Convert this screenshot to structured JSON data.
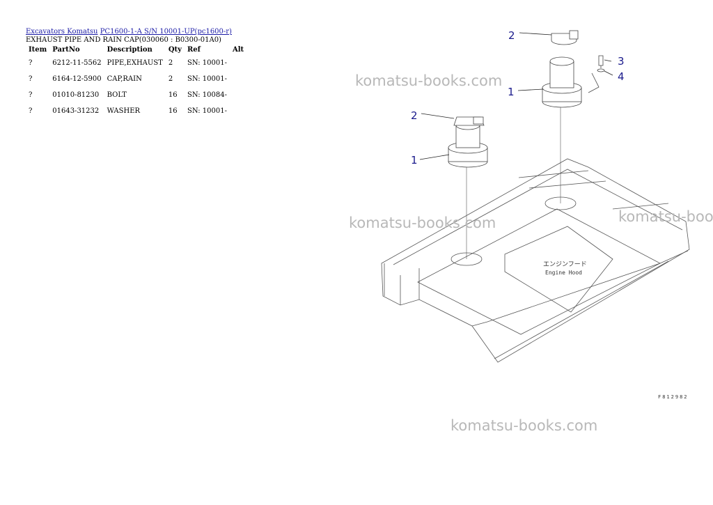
{
  "breadcrumb": {
    "link1": "Excavators Komatsu",
    "link2": "PC1600-1-A S/N 10001-UP(pc1600-r)"
  },
  "page_title": "EXHAUST PIPE AND RAIN CAP(030060 : B0300-01A0)",
  "table": {
    "headers": [
      "Item",
      "PartNo",
      "Description",
      "Qty",
      "Ref",
      "Alt"
    ],
    "rows": [
      {
        "item": "?",
        "part_no": "6212-11-5562",
        "description": "PIPE,EXHAUST",
        "qty": "2",
        "ref": "SN: 10001-",
        "alt": ""
      },
      {
        "item": "?",
        "part_no": "6164-12-5900",
        "description": "CAP,RAIN",
        "qty": "2",
        "ref": "SN: 10001-",
        "alt": ""
      },
      {
        "item": "?",
        "part_no": "01010-81230",
        "description": "BOLT",
        "qty": "16",
        "ref": "SN: 10084-",
        "alt": ""
      },
      {
        "item": "?",
        "part_no": "01643-31232",
        "description": "WASHER",
        "qty": "16",
        "ref": "SN: 10001-",
        "alt": ""
      }
    ]
  },
  "drawing": {
    "callouts": [
      "1",
      "2",
      "3",
      "4",
      "1",
      "2"
    ],
    "hood_label_jp": "エンジンフード",
    "hood_label_en": "Engine Hood",
    "drawing_code": "F812982"
  },
  "watermarks": [
    "komatsu-books.com",
    "komatsu-books.com",
    "komatsu-books.com",
    "komatsu-books.com"
  ],
  "colors": {
    "link": "#1a1aa6",
    "callout": "#1a1a8c",
    "watermark": "#b8b8b8"
  }
}
